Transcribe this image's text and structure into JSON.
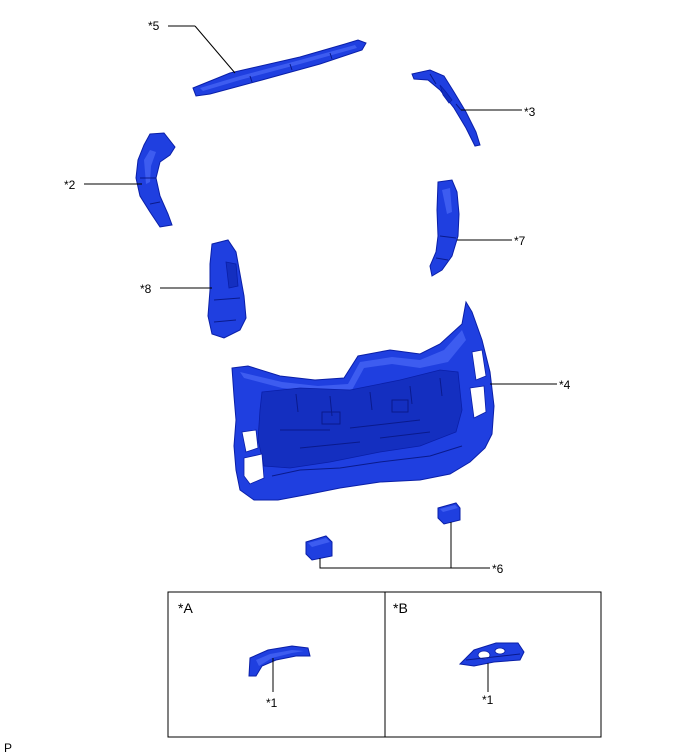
{
  "callouts": {
    "part_5": "*5",
    "part_3": "*3",
    "part_2": "*2",
    "part_7": "*7",
    "part_8": "*8",
    "part_4": "*4",
    "part_6": "*6",
    "inset_a_1": "*1",
    "inset_b_1": "*1"
  },
  "insets": {
    "a_label": "*A",
    "b_label": "*B"
  },
  "footer": {
    "code": "P"
  },
  "colors": {
    "part_fill": "#1f3fe0",
    "part_outline": "#0a1fa8"
  }
}
